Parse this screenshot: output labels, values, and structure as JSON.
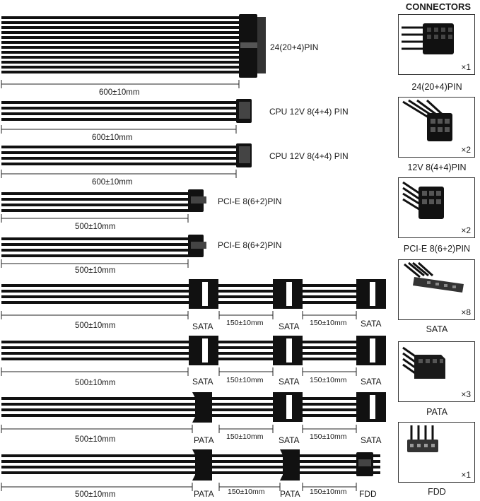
{
  "cables": [
    {
      "label": "24(20+4)PIN",
      "length": "600±10mm"
    },
    {
      "label": "CPU 12V 8(4+4) PIN",
      "length": "600±10mm"
    },
    {
      "label": "CPU 12V 8(4+4) PIN",
      "length": "600±10mm"
    },
    {
      "label": "PCI-E 8(6+2)PIN",
      "length": "500±10mm"
    },
    {
      "label": "PCI-E 8(6+2)PIN",
      "length": "500±10mm"
    },
    {
      "length": "500±10mm",
      "segment": "150±10mm",
      "connectors": [
        "SATA",
        "SATA",
        "SATA"
      ]
    },
    {
      "length": "500±10mm",
      "segment": "150±10mm",
      "connectors": [
        "SATA",
        "SATA",
        "SATA"
      ]
    },
    {
      "length": "500±10mm",
      "segment": "150±10mm",
      "connectors": [
        "PATA",
        "SATA",
        "SATA"
      ]
    },
    {
      "length": "500±10mm",
      "segment": "150±10mm",
      "connectors": [
        "PATA",
        "PATA",
        "FDD"
      ]
    }
  ],
  "connectors_panel": {
    "title": "CONNECTORS",
    "items": [
      {
        "name": "24(20+4)PIN",
        "qty": "×1",
        "icon": "atx-24pin-connector-icon"
      },
      {
        "name": "12V 8(4+4)PIN",
        "qty": "×2",
        "icon": "cpu-8pin-connector-icon"
      },
      {
        "name": "PCI-E 8(6+2)PIN",
        "qty": "×2",
        "icon": "pcie-8pin-connector-icon"
      },
      {
        "name": "SATA",
        "qty": "×8",
        "icon": "sata-connector-icon"
      },
      {
        "name": "PATA",
        "qty": "×3",
        "icon": "pata-molex-connector-icon"
      },
      {
        "name": "FDD",
        "qty": "×1",
        "icon": "fdd-connector-icon"
      }
    ]
  }
}
